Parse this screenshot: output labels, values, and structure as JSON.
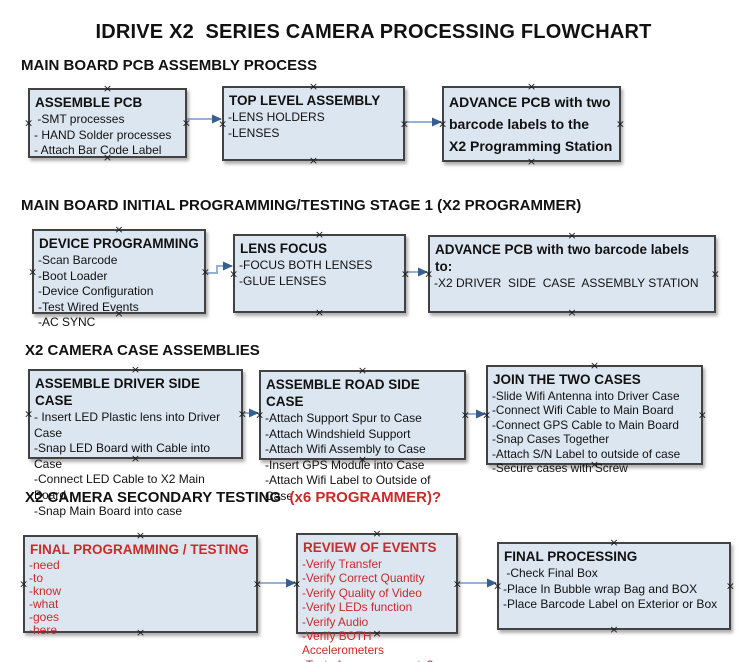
{
  "title": "IDRIVE X2  SERIES CAMERA PROCESSING FLOWCHART",
  "handle_glyph": "×",
  "colors": {
    "box_fill": "#dce6f1",
    "box_border": "#424242",
    "arrow_line": "#95b3d7",
    "arrow_head": "#365f91",
    "red": "#c92a2a",
    "text": "#111111"
  },
  "sections": [
    {
      "heading": "MAIN BOARD PCB ASSEMBLY PROCESS",
      "heading_red": "",
      "boxes": [
        {
          "title": "ASSEMBLE PCB",
          "items": [
            " -SMT processes",
            "- HAND Solder processes",
            "- Attach Bar Code Label"
          ]
        },
        {
          "title": "TOP LEVEL ASSEMBLY",
          "items": [
            "-LENS HOLDERS",
            "-LENSES"
          ]
        },
        {
          "title": "ADVANCE PCB with two\nbarcode labels to the\n X2 Programming Station",
          "items": []
        }
      ]
    },
    {
      "heading": "MAIN BOARD INITIAL PROGRAMMING/TESTING STAGE 1 (X2 PROGRAMMER)",
      "heading_red": "",
      "boxes": [
        {
          "title": "DEVICE PROGRAMMING",
          "items": [
            "-Scan Barcode",
            "-Boot Loader",
            "-Device Configuration",
            "-Test Wired Events",
            "-AC SYNC"
          ]
        },
        {
          "title": "LENS FOCUS",
          "items": [
            "-FOCUS BOTH LENSES",
            "-GLUE LENSES"
          ]
        },
        {
          "title": "ADVANCE PCB with two barcode labels to:",
          "items": [
            "-X2 DRIVER  SIDE  CASE  ASSEMBLY STATION"
          ]
        }
      ]
    },
    {
      "heading": "X2 CAMERA CASE ASSEMBLIES",
      "heading_red": "",
      "boxes": [
        {
          "title": "ASSEMBLE DRIVER SIDE CASE",
          "items": [
            "- Insert LED Plastic lens into Driver Case",
            "-Snap LED Board with Cable into Case",
            "-Connect LED Cable to X2 Main Board",
            "-Snap Main Board into case"
          ]
        },
        {
          "title": "ASSEMBLE ROAD SIDE CASE",
          "items": [
            "-Attach Support Spur to Case",
            "-Attach Windshield Support",
            "-Attach Wifi Assembly to Case",
            "-Insert GPS Module into Case",
            "-Attach Wifi Label to Outside of Case"
          ]
        },
        {
          "title": "JOIN THE TWO CASES",
          "items": [
            "-Slide Wifi Antenna into Driver Case",
            "-Connect Wifi Cable to Main Board",
            "-Connect GPS Cable to Main Board",
            "-Snap Cases Together",
            "-Attach S/N Label to outside of case",
            "-Secure cases with Screw"
          ]
        }
      ]
    },
    {
      "heading": "X2 CAMERA SECONDARY TESTING  ",
      "heading_red": "(x6 PROGRAMMER)?",
      "boxes": [
        {
          "title": "FINAL PROGRAMMING / TESTING",
          "items": [
            "-need",
            "-to",
            "-know",
            "-what",
            "-goes",
            "-here"
          ]
        },
        {
          "title": "REVIEW OF EVENTS",
          "items": [
            "-Verify Transfer",
            "-Verify Correct Quantity",
            "-Verify Quality of Video",
            "-Verify LEDs function",
            "-Verify Audio",
            "-Verify BOTH Accelerometers",
            "-Test of accessory ports?"
          ]
        },
        {
          "title": "FINAL PROCESSING",
          "items": [
            " -Check Final Box",
            "-Place In Bubble wrap Bag and BOX",
            "-Place Barcode Label on Exterior or Box"
          ]
        }
      ]
    }
  ]
}
